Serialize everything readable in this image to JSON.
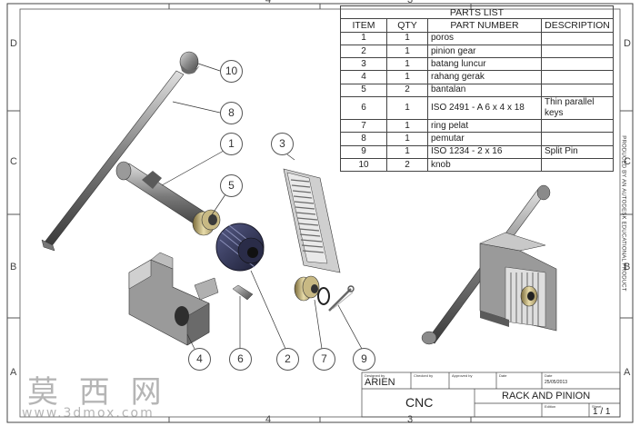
{
  "parts_list": {
    "title": "PARTS LIST",
    "headers": [
      "ITEM",
      "QTY",
      "PART NUMBER",
      "DESCRIPTION"
    ],
    "rows": [
      [
        "1",
        "1",
        "poros",
        ""
      ],
      [
        "2",
        "1",
        "pinion gear",
        ""
      ],
      [
        "3",
        "1",
        "batang luncur",
        ""
      ],
      [
        "4",
        "1",
        "rahang gerak",
        ""
      ],
      [
        "5",
        "2",
        "bantalan",
        ""
      ],
      [
        "6",
        "1",
        "ISO 2491 - A 6 x 4 x 18",
        "Thin parallel keys"
      ],
      [
        "7",
        "1",
        "ring pelat",
        ""
      ],
      [
        "8",
        "1",
        "pemutar",
        ""
      ],
      [
        "9",
        "1",
        "ISO 1234 - 2 x 16",
        "Split Pin"
      ],
      [
        "10",
        "2",
        "knob",
        ""
      ]
    ]
  },
  "balloons": [
    "10",
    "8",
    "1",
    "5",
    "3",
    "4",
    "6",
    "2",
    "7",
    "9"
  ],
  "zones": {
    "top": [
      "4",
      "3"
    ],
    "right": [
      "D",
      "C",
      "B",
      "A"
    ],
    "left": [
      "D",
      "C",
      "B",
      "A"
    ],
    "bottom": [
      "4",
      "3"
    ]
  },
  "side_note": "PRODUCED BY AN AUTODESK EDUCATIONAL PRODUCT",
  "title_block": {
    "designed_by_label": "Designed by",
    "designed_by": "ARIEN",
    "checked_by_label": "Checked by",
    "approved_by_label": "Approved by",
    "date_label_1": "Date",
    "date_label_2": "Date",
    "date_value": "25/05/2013",
    "company": "CNC",
    "title": "RACK AND PINION",
    "edition_label": "Edition",
    "sheet_label": "Sheet",
    "sheet_value": "1 / 1"
  },
  "watermark": {
    "chars": "莫 西 网",
    "url": "www.3dmox.com"
  }
}
